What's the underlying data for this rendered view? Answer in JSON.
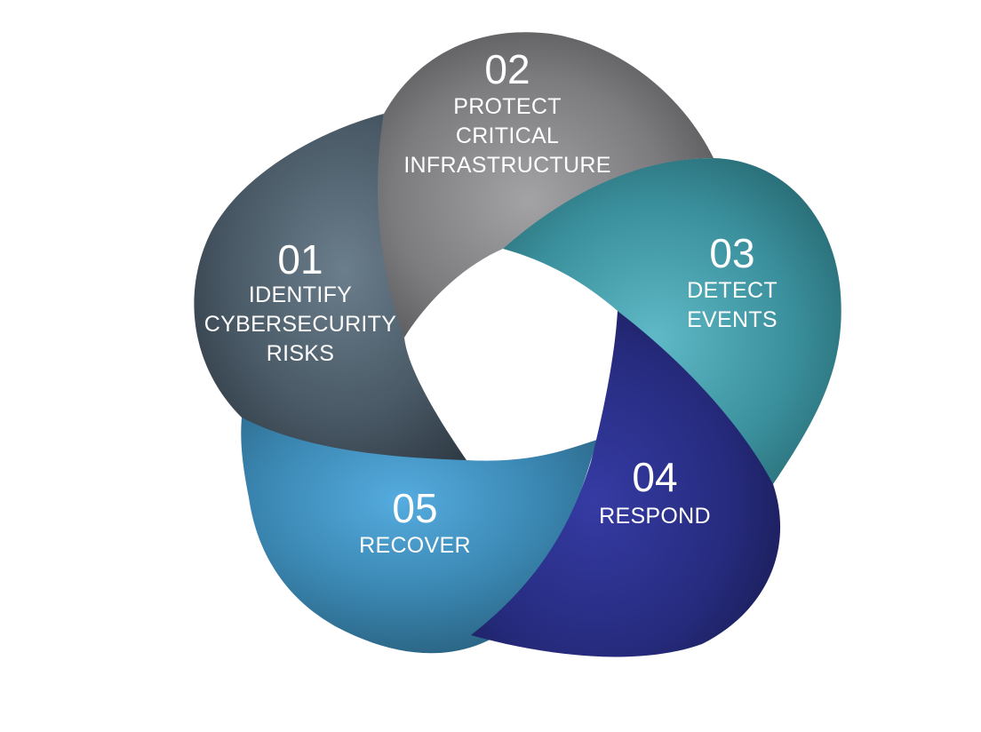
{
  "segments": [
    {
      "id": "identify",
      "number": "01",
      "label_lines": [
        "IDENTIFY",
        "CYBERSECURITY",
        "RISKS"
      ],
      "color": "#475764"
    },
    {
      "id": "protect",
      "number": "02",
      "label_lines": [
        "PROTECT",
        "CRITICAL",
        "INFRASTRUCTURE"
      ],
      "color": "#7d7d7f"
    },
    {
      "id": "detect",
      "number": "03",
      "label_lines": [
        "DETECT",
        "EVENTS"
      ],
      "color": "#3f96a3"
    },
    {
      "id": "respond",
      "number": "04",
      "label_lines": [
        "RESPOND"
      ],
      "color": "#2b2f86"
    },
    {
      "id": "recover",
      "number": "05",
      "label_lines": [
        "RECOVER"
      ],
      "color": "#3e8cbb"
    }
  ]
}
